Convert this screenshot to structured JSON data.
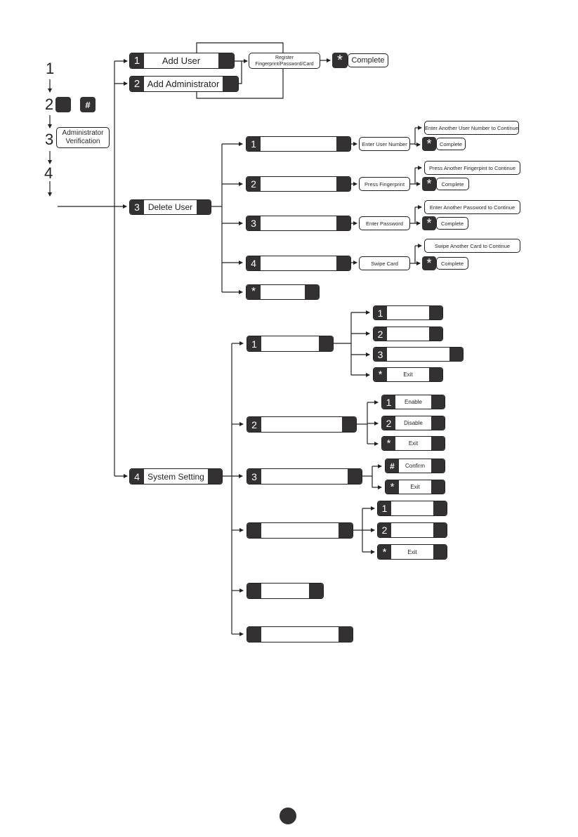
{
  "steps": {
    "s1": "1",
    "s2": "2",
    "s2_hash": "#",
    "s3": "3",
    "s3_box": "Administrator Verification",
    "s4": "4"
  },
  "add_user": {
    "n1": {
      "key": "1",
      "label": "Add User"
    },
    "n2": {
      "key": "2",
      "label": "Add Administrator"
    },
    "register": "Register Fingerprint/Password/Card",
    "complete_key": "*",
    "complete": "Complete"
  },
  "delete_user": {
    "node": {
      "key": "3",
      "label": "Delete User"
    },
    "rows": [
      {
        "key": "1",
        "label": "",
        "action": "Enter User Number",
        "continue": "Enter Another User Number to Continue",
        "ckey": "*",
        "complete": "Complete"
      },
      {
        "key": "2",
        "label": "",
        "action": "Press Fingerprint",
        "continue": "Press Another Fingerpint to Continue",
        "ckey": "*",
        "complete": "Complete"
      },
      {
        "key": "3",
        "label": "",
        "action": "Enter Password",
        "continue": "Enter Another Password to Continue",
        "ckey": "*",
        "complete": "Complete"
      },
      {
        "key": "4",
        "label": "",
        "action": "Swipe Card",
        "continue": "Swipe Another Card to Continue",
        "ckey": "*",
        "complete": "Complete"
      }
    ],
    "star": {
      "key": "*",
      "label": ""
    }
  },
  "system_setting": {
    "node": {
      "key": "4",
      "label": "System Setting"
    },
    "items": [
      {
        "key": "1",
        "label": ""
      },
      {
        "key": "2",
        "label": ""
      },
      {
        "key": "3",
        "label": ""
      },
      {
        "key": "",
        "label": ""
      },
      {
        "key": "",
        "label": ""
      },
      {
        "key": "",
        "label": ""
      }
    ],
    "sub1": [
      {
        "key": "1",
        "label": ""
      },
      {
        "key": "2",
        "label": ""
      },
      {
        "key": "3",
        "label": ""
      },
      {
        "key": "*",
        "label": "Exit"
      }
    ],
    "sub2": [
      {
        "key": "1",
        "label": "Enable"
      },
      {
        "key": "2",
        "label": "Disable"
      },
      {
        "key": "*",
        "label": "Exit"
      }
    ],
    "sub3": [
      {
        "key": "#",
        "label": "Confirm"
      },
      {
        "key": "*",
        "label": "Exit"
      }
    ],
    "sub4": [
      {
        "key": "1",
        "label": ""
      },
      {
        "key": "2",
        "label": ""
      },
      {
        "key": "*",
        "label": "Exit"
      }
    ]
  }
}
